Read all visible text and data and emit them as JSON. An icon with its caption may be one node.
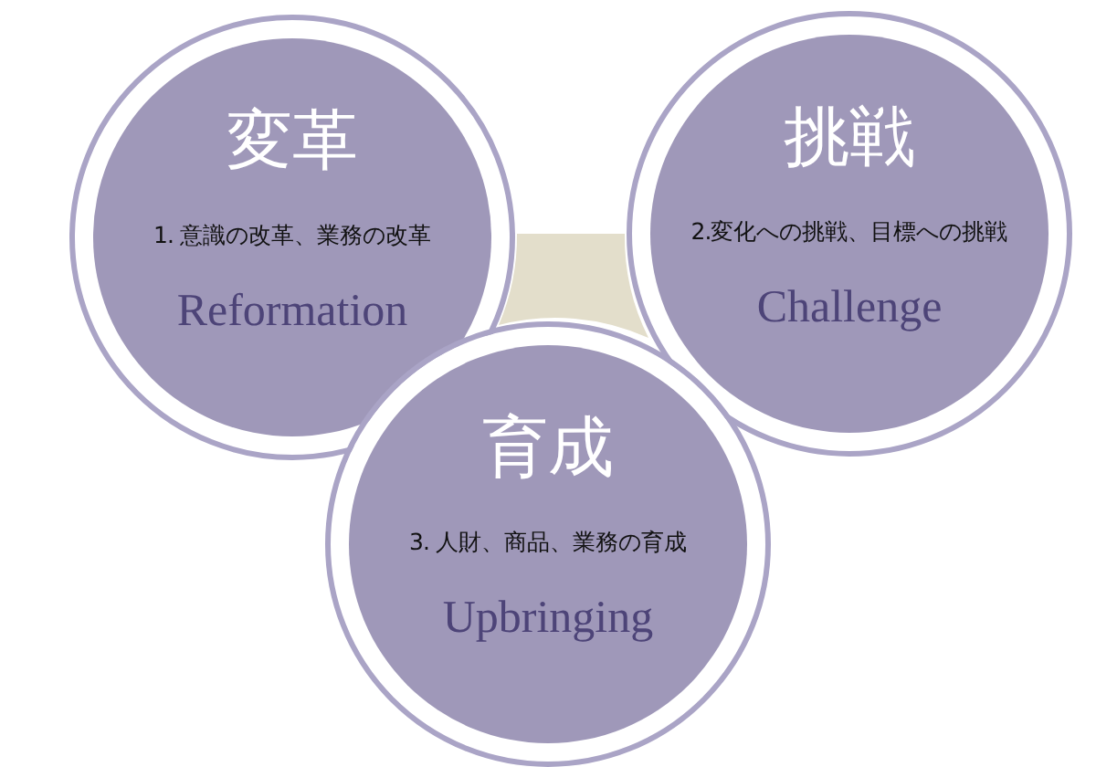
{
  "diagram": {
    "nodes": [
      {
        "text": [
          "変革",
          "1. 意識の改革、業務の改革",
          "Reformation"
        ]
      },
      {
        "text": [
          "挑戦",
          "2.変化への挑戦、目標への挑戦",
          "Challenge"
        ]
      },
      {
        "text": [
          "育成",
          "3. 人財、商品、業務の育成",
          "Upbringing"
        ]
      },
      {
        "text": [],
        "shape": "triangle"
      }
    ]
  }
}
